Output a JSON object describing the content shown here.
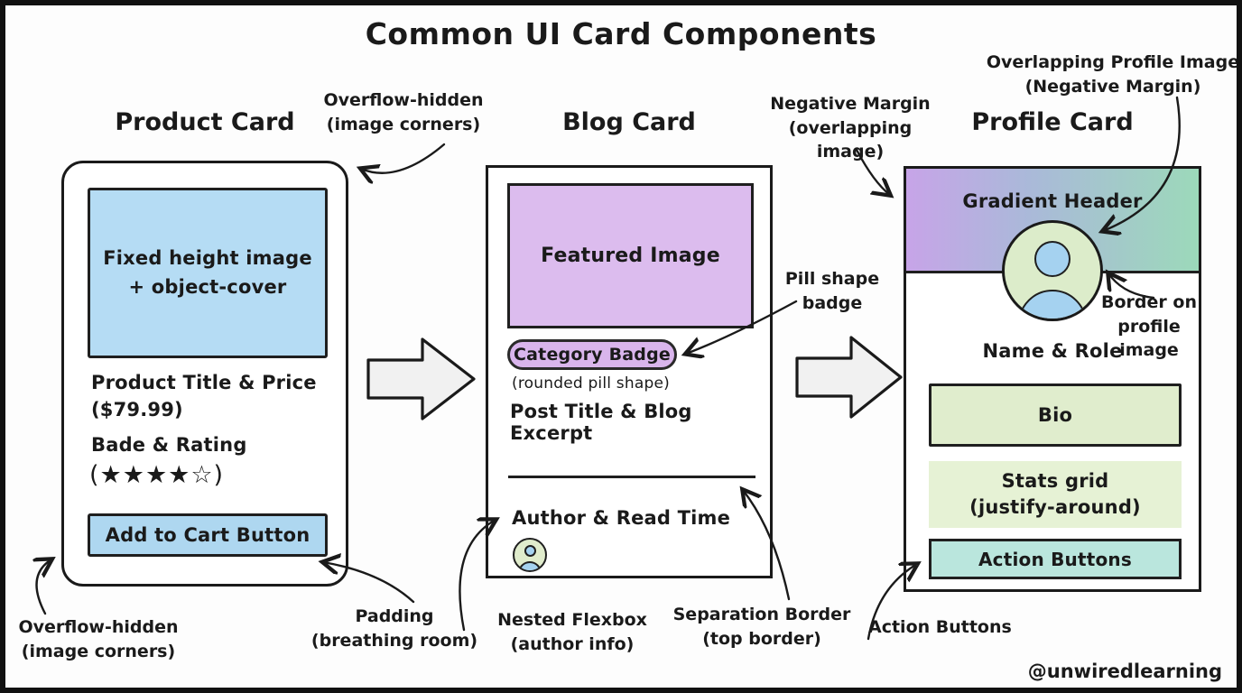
{
  "title": "Common UI Card Components",
  "watermark": "@unwiredlearning",
  "colors": {
    "ink": "#1a1a1a",
    "product_blue": "#b5dcf4",
    "button_blue": "#aed7f0",
    "blog_purple": "#dcbcee",
    "badge_purple": "#d9b5ec",
    "gradient_left": "#c7a4e8",
    "gradient_mid": "#aab9d9",
    "gradient_right": "#9cd9ba",
    "avatar_green": "#dcecca",
    "avatar_blue": "#a5d2f0",
    "bio_green": "#e0edcd",
    "stats_green": "#e6f2d5",
    "actions_teal": "#bae6dd",
    "big_arrow_fill": "#f1f1f1"
  },
  "product_card": {
    "label": "Product Card",
    "image_line1": "Fixed height image",
    "image_line2": "+ object-cover",
    "title_price_line1": "Product Title & Price",
    "title_price_line2": "($79.99)",
    "rating_label": "Bade & Rating",
    "rating_stars": "(★★★★☆)",
    "button_label": "Add to Cart Button"
  },
  "blog_card": {
    "label": "Blog Card",
    "featured_image": "Featured Image",
    "category_badge": "Category Badge",
    "badge_caption": "(rounded pill shape)",
    "post_title": "Post Title & Blog Excerpt",
    "author_line": "Author & Read Time"
  },
  "profile_card": {
    "label": "Profile Card",
    "header": "Gradient Header",
    "name_role": "Name & Role",
    "bio": "Bio",
    "stats_line1": "Stats grid",
    "stats_line2": "(justify-around)",
    "actions": "Action Buttons"
  },
  "annotations": {
    "overflow_top_line1": "Overflow-hidden",
    "overflow_top_line2": "(image corners)",
    "overflow_bottom_line1": "Overflow-hidden",
    "overflow_bottom_line2": "(image corners)",
    "padding_line1": "Padding",
    "padding_line2": "(breathing room)",
    "negative_margin_line1": "Negative Margin",
    "negative_margin_line2": "(overlapping image)",
    "pill_line1": "Pill shape",
    "pill_line2": "badge",
    "nested_flexbox_line1": "Nested Flexbox",
    "nested_flexbox_line2": "(author info)",
    "separation_line1": "Separation Border",
    "separation_line2": "(top border)",
    "overlap_profile_line1": "Overlapping Profile Image",
    "overlap_profile_line2": "(Negative Margin)",
    "border_profile_line1": "Border on",
    "border_profile_line2": "profile image",
    "action_buttons": "Action Buttons"
  }
}
